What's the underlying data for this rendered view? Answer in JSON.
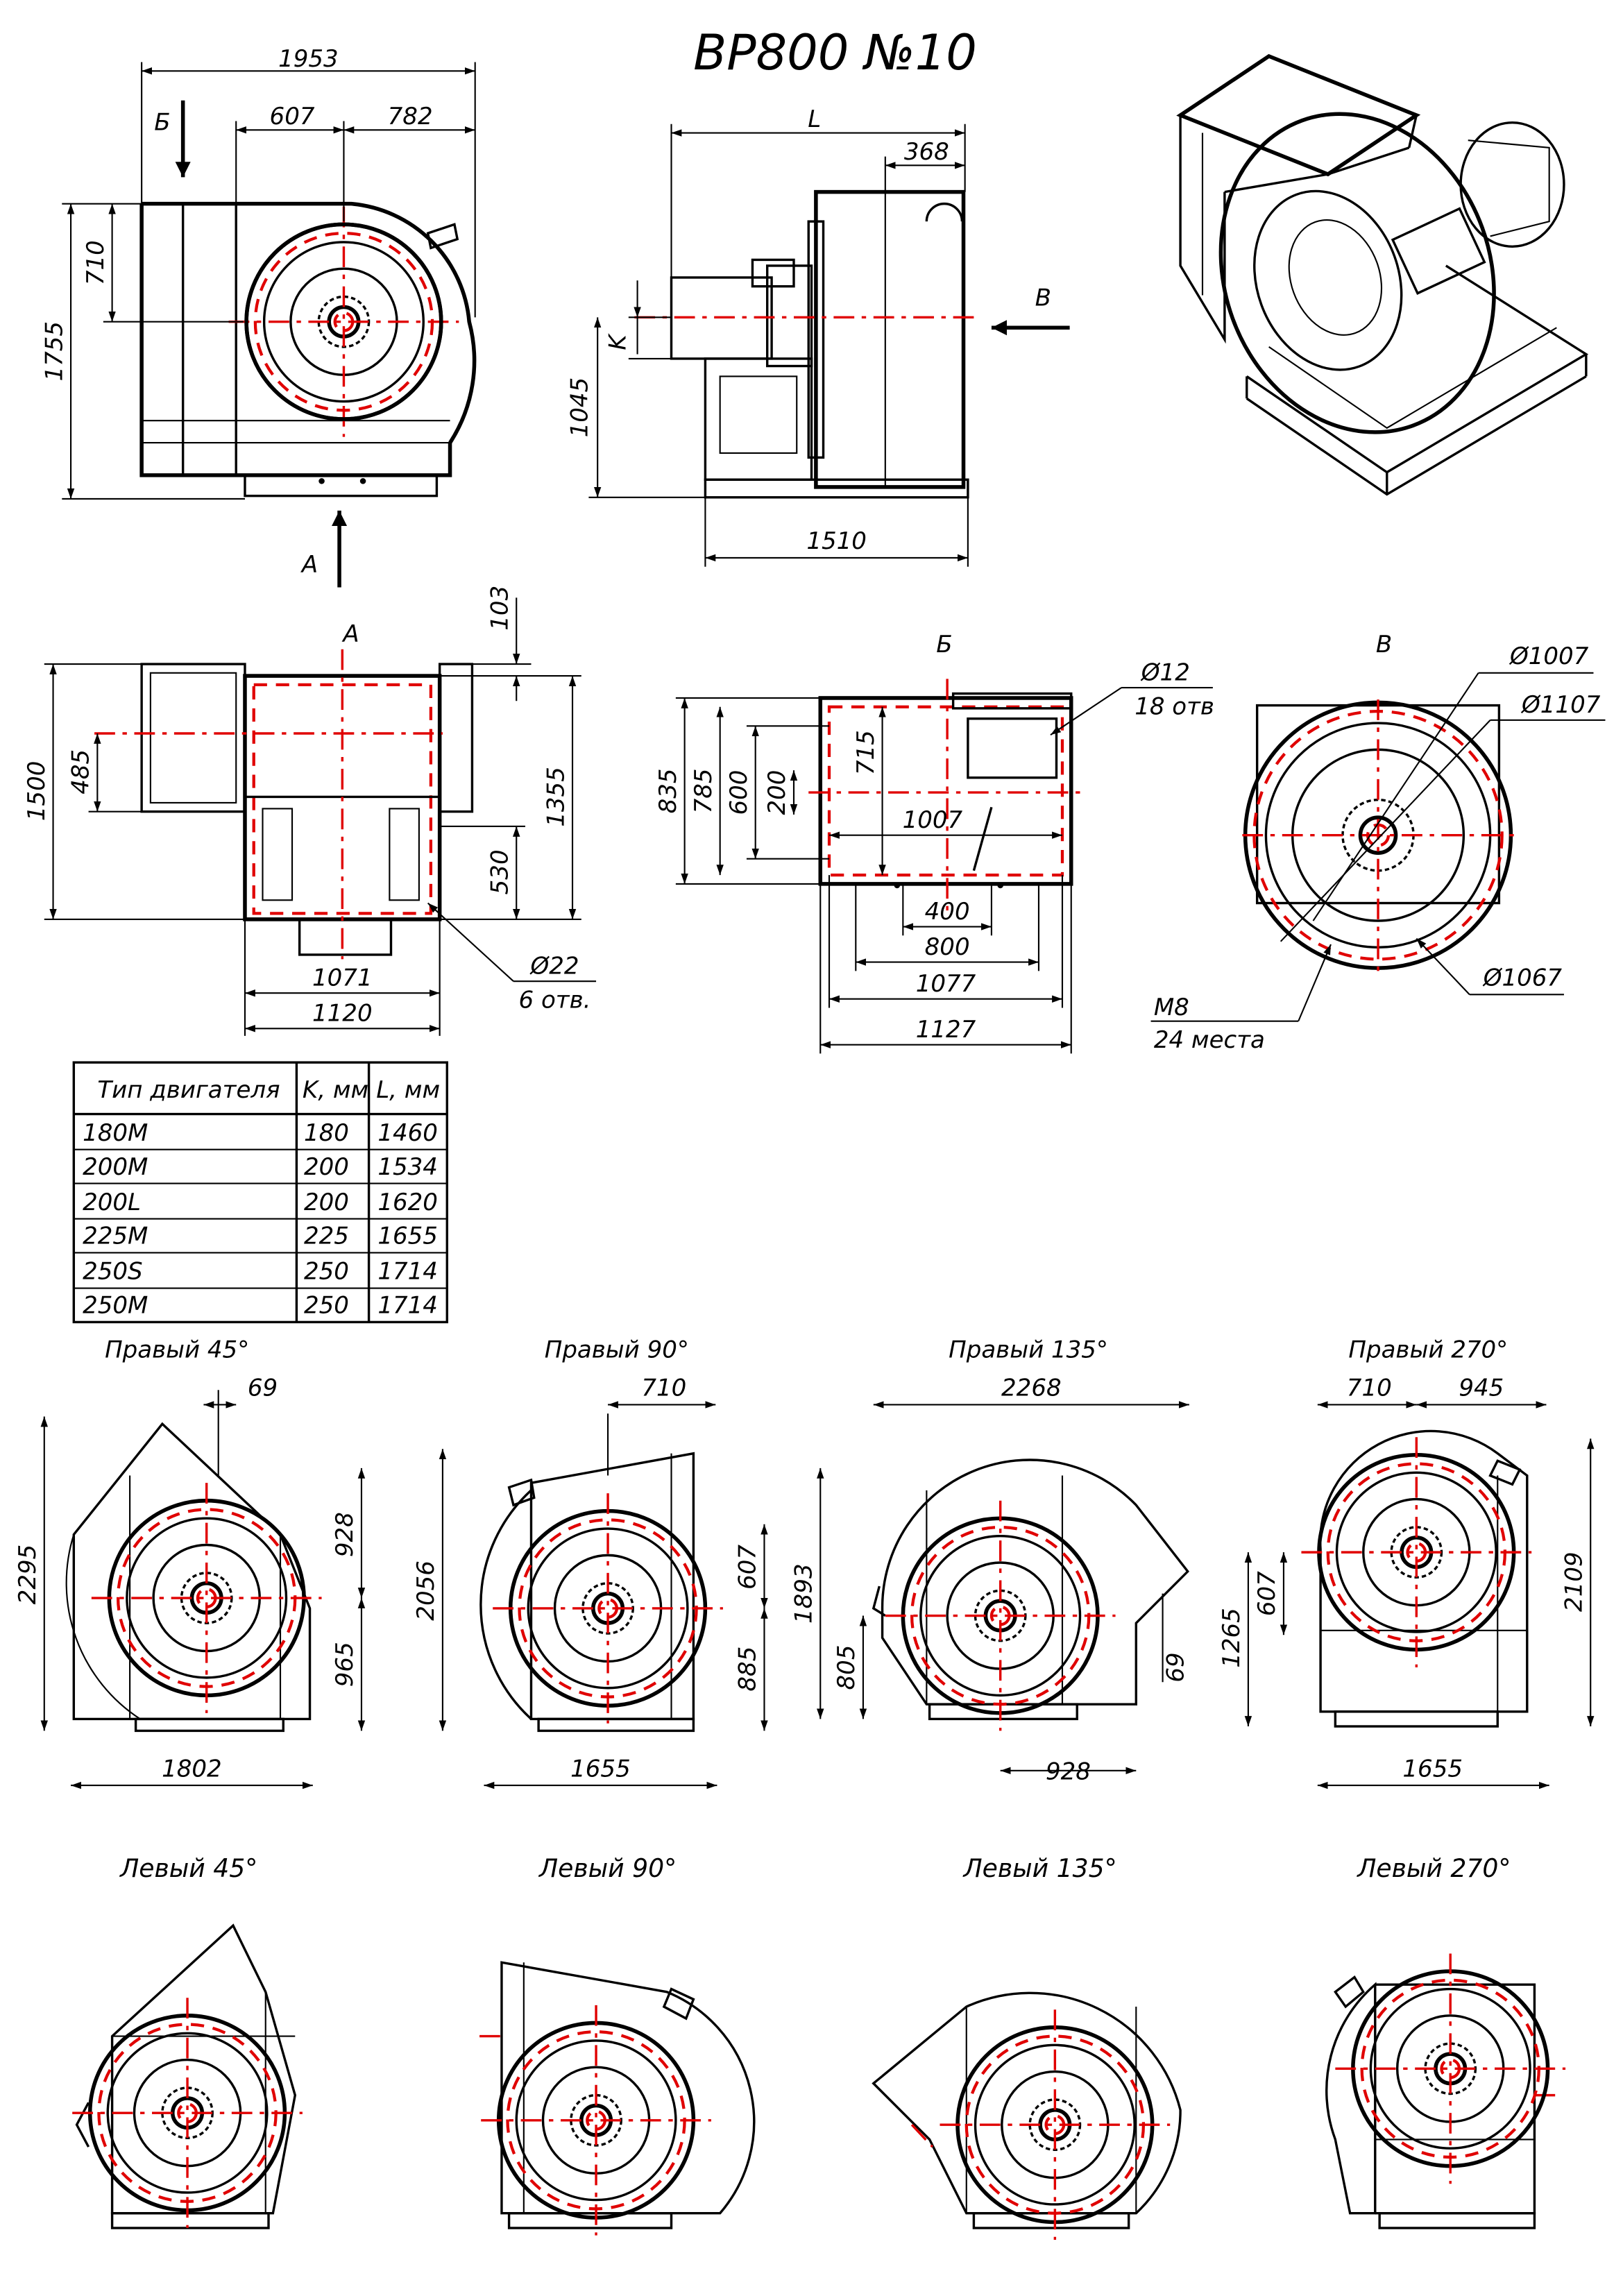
{
  "title": "ВР800 №10",
  "view_letters": {
    "A": "А",
    "B": "Б",
    "V": "В"
  },
  "front_view": {
    "d1953": "1953",
    "d607": "607",
    "d782": "782",
    "d710": "710",
    "d1755": "1755"
  },
  "side_view": {
    "L": "L",
    "d368": "368",
    "K": "K",
    "d1045": "1045",
    "d1510": "1510"
  },
  "view_a": {
    "d103": "103",
    "d1500": "1500",
    "d485": "485",
    "d1355": "1355",
    "d530": "530",
    "d1071": "1071",
    "d1120": "1120",
    "hole": "Ø22",
    "hole_count": "6 отв."
  },
  "view_b": {
    "d835": "835",
    "d785": "785",
    "d600": "600",
    "d715": "715",
    "d200": "200",
    "d1007": "1007",
    "d400": "400",
    "d800": "800",
    "d1077": "1077",
    "d1127": "1127",
    "hole": "Ø12",
    "hole_count": "18 отв"
  },
  "view_v": {
    "d1007": "Ø1007",
    "d1107": "Ø1107",
    "d1067": "Ø1067",
    "bolt": "M8",
    "bolt_count": "24 места"
  },
  "table": {
    "headers": [
      "Тип двигателя",
      "K, мм",
      "L, мм"
    ],
    "rows": [
      [
        "180M",
        "180",
        "1460"
      ],
      [
        "200M",
        "200",
        "1534"
      ],
      [
        "200L",
        "200",
        "1620"
      ],
      [
        "225M",
        "225",
        "1655"
      ],
      [
        "250S",
        "250",
        "1714"
      ],
      [
        "250M",
        "250",
        "1714"
      ]
    ]
  },
  "right_variants": [
    {
      "label": "Правый 45°",
      "dims": [
        "69",
        "2295",
        "928",
        "965",
        "1802"
      ]
    },
    {
      "label": "Правый 90°",
      "dims": [
        "710",
        "2056",
        "607",
        "885",
        "1655"
      ]
    },
    {
      "label": "Правый 135°",
      "dims": [
        "2268",
        "1893",
        "805",
        "69",
        "928"
      ]
    },
    {
      "label": "Правый 270°",
      "dims": [
        "710",
        "945",
        "2109",
        "607",
        "1265",
        "1655"
      ]
    }
  ],
  "left_variants": [
    {
      "label": "Левый 45°"
    },
    {
      "label": "Левый 90°"
    },
    {
      "label": "Левый 135°"
    },
    {
      "label": "Левый 270°"
    }
  ]
}
